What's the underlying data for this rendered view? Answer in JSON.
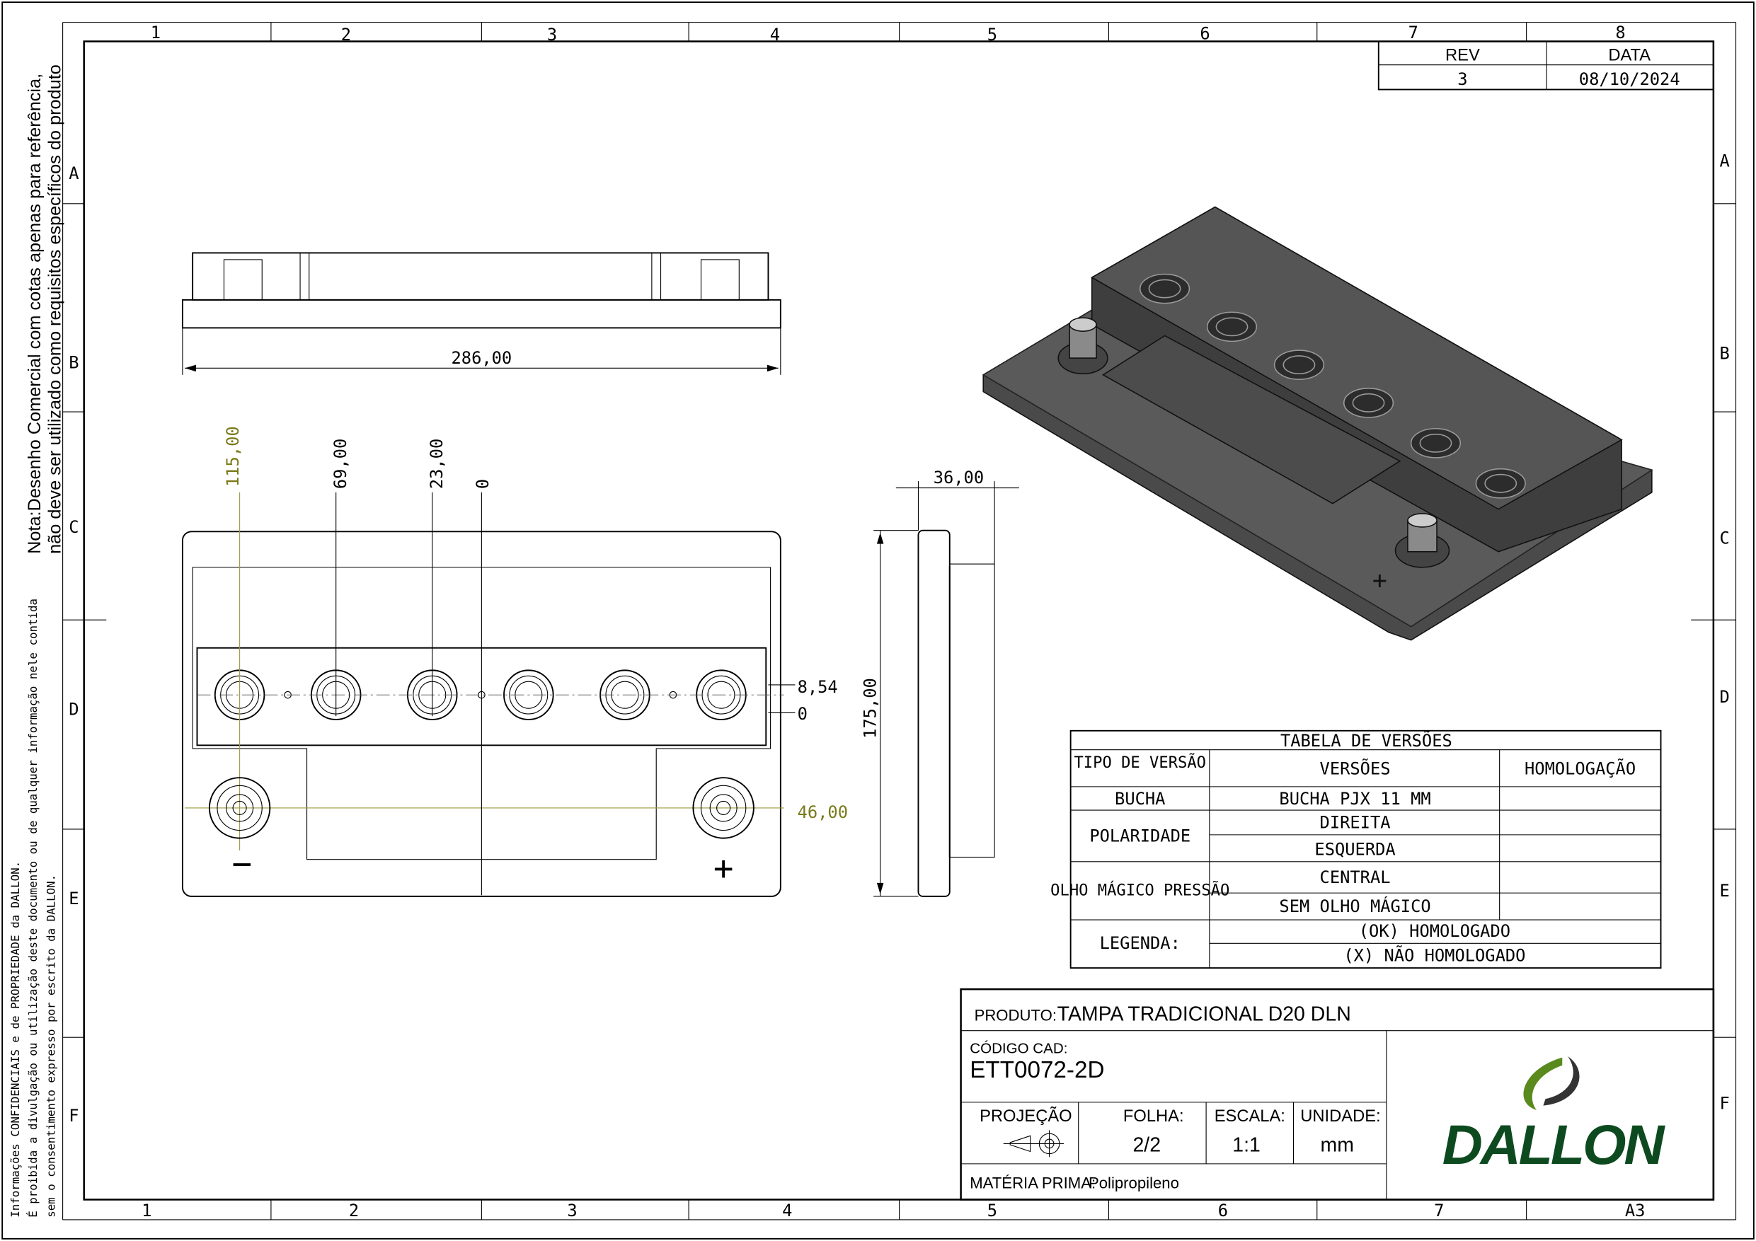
{
  "sheet": {
    "zone_columns": [
      "1",
      "2",
      "3",
      "4",
      "5",
      "6",
      "7",
      "8"
    ],
    "zone_columns_bottom": [
      "1",
      "2",
      "3",
      "4",
      "5",
      "6",
      "7"
    ],
    "zone_rows": [
      "A",
      "B",
      "C",
      "D",
      "E",
      "F"
    ],
    "sheet_size": "A3"
  },
  "revision": {
    "rev_label": "REV",
    "date_label": "DATA",
    "rev": "3",
    "date": "08/10/2024"
  },
  "side_note": {
    "line1": "Nota:Desenho Comercial com cotas apenas para referência,",
    "line2": "não deve ser utilizado como requisitos específicos do produto"
  },
  "confidential": {
    "line1": "Informações CONFIDENCIAIS e de PROPRIEDADE da DALLON.",
    "line2": "É proibida a divulgação ou utilização deste documento ou de qualquer informação nele contida",
    "line3": "sem o consentimento expresso por escrito da DALLON."
  },
  "dimensions": {
    "width": "286,00",
    "height": "175,00",
    "depth": "36,00",
    "x1": "115,00",
    "x2": "69,00",
    "x3": "23,00",
    "x4": "0",
    "y1": "8,54",
    "y2": "0",
    "y3": "46,00"
  },
  "polarity_marks": {
    "negative": "−",
    "positive": "+"
  },
  "versions_table": {
    "title": "TABELA DE VERSÕES",
    "headers": [
      "TIPO DE VERSÃO",
      "VERSÕES",
      "HOMOLOGAÇÃO"
    ],
    "groups": [
      {
        "type": "BUCHA",
        "versions": [
          "BUCHA PJX 11 MM"
        ]
      },
      {
        "type": "POLARIDADE",
        "versions": [
          "DIREITA",
          "ESQUERDA"
        ]
      },
      {
        "type": "OLHO MÁGICO PRESSÃO",
        "versions": [
          "CENTRAL",
          "SEM OLHO MÁGICO"
        ]
      },
      {
        "type": "LEGENDA:",
        "versions": [
          "(OK) HOMOLOGADO",
          "(X) NÃO HOMOLOGADO"
        ]
      }
    ]
  },
  "title_block": {
    "product_label": "PRODUTO:",
    "product": "TAMPA TRADICIONAL D20 DLN",
    "code_label": "CÓDIGO CAD:",
    "code": "ETT0072-2D",
    "projection_label": "PROJEÇÃO",
    "sheet_label": "FOLHA:",
    "sheet": "2/2",
    "scale_label": "ESCALA:",
    "scale": "1:1",
    "unit_label": "UNIDADE:",
    "unit": "mm",
    "material_label": "MATÉRIA PRIMA:",
    "material": "Polipropileno",
    "logo_text": "DALLON",
    "brand_color": "#0d4a1f"
  }
}
